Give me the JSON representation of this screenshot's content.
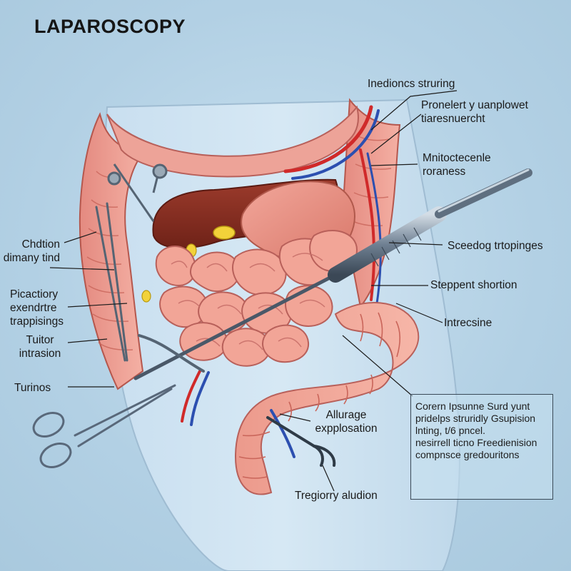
{
  "title": "LAPAROSCOPY",
  "labels": {
    "incisions": "Inedioncs struring",
    "proneiert": [
      "Pronelert y uanplowet",
      "tiaresnuercht"
    ],
    "mnitoct": [
      "Mnitoctecenle",
      "roraness"
    ],
    "screedog": "Sceedog trtopinges",
    "steppent": "Steppent shortion",
    "intrecsine": "Intrecsine",
    "chdtion": [
      "Chdtion",
      "dimany tind"
    ],
    "picactory": [
      "Picactiory",
      "exendrtre",
      "trappisings"
    ],
    "tuitor": [
      "Tuitor",
      "intrasion"
    ],
    "turinos": "Turinos",
    "allurage": [
      "Allurage",
      "expplosation"
    ],
    "tregiorry": "Tregiorry aludion"
  },
  "note": [
    "Corern Ipsunne Surd yunt",
    "pridelps struridly Gsupision",
    "lnting, t/6 pncel.",
    "nesirrell ticno Freedienision",
    "compnsce gredouritons"
  ]
}
